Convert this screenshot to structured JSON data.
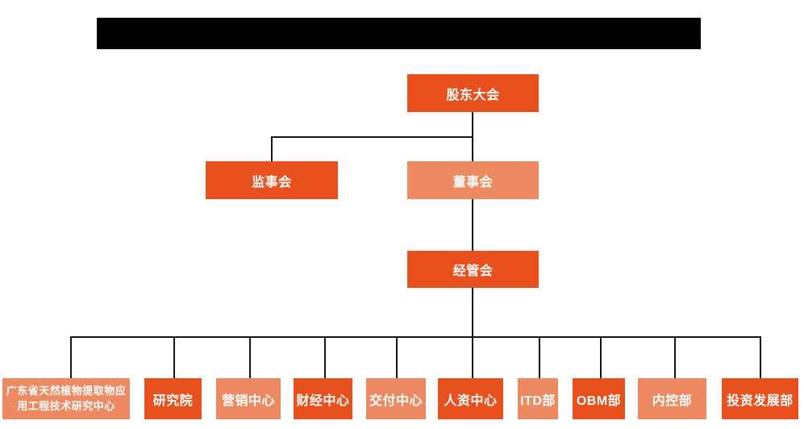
{
  "colors": {
    "primary_box": "#E8501D",
    "secondary_box": "#EE8A61",
    "connector_line": "#151515",
    "box_text": "#FFFFFF",
    "redaction_bar": "#000000",
    "background": "#FFFFFF"
  },
  "org_chart": {
    "type": "organization-hierarchy",
    "nodes": {
      "shareholders": {
        "label": "股东大会"
      },
      "supervisory_board": {
        "label": "监事会"
      },
      "board_of_directors": {
        "label": "董事会"
      },
      "management_committee": {
        "label": "经管会"
      },
      "departments": [
        {
          "label": "广东省天然植物提取物应用工程技术研究中心",
          "lines": [
            "广东省天然植物提取物应",
            "用工程技术研究中心"
          ]
        },
        {
          "label": "研究院"
        },
        {
          "label": "营销中心"
        },
        {
          "label": "财经中心"
        },
        {
          "label": "交付中心"
        },
        {
          "label": "人资中心"
        },
        {
          "label": "ITD部"
        },
        {
          "label": "OBM部"
        },
        {
          "label": "内控部"
        },
        {
          "label": "投资发展部"
        }
      ]
    },
    "hierarchy": {
      "股东大会": [
        "监事会",
        "董事会"
      ],
      "董事会": [
        "经管会"
      ],
      "经管会": [
        "广东省天然植物提取物应用工程技术研究中心",
        "研究院",
        "营销中心",
        "财经中心",
        "交付中心",
        "人资中心",
        "ITD部",
        "OBM部",
        "内控部",
        "投资发展部"
      ]
    }
  }
}
